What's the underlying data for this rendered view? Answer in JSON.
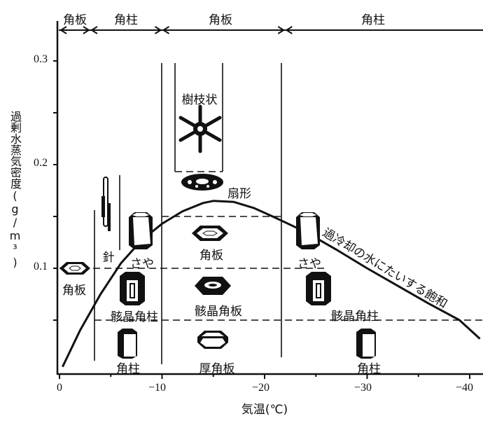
{
  "chart_data": {
    "type": "diagram",
    "title": "",
    "xlabel": "気温(℃)",
    "ylabel": "過剰水蒸気密度(g/m³)",
    "xlim": [
      0,
      -41
    ],
    "ylim": [
      0,
      0.33
    ],
    "x_ticks": [
      "0",
      "−10",
      "−20",
      "−30",
      "−40"
    ],
    "y_ticks": [
      "0.1",
      "0.2",
      "0.3"
    ],
    "habit_bands": [
      {
        "label": "角板",
        "from": 0,
        "to": -3
      },
      {
        "label": "角柱",
        "from": -3,
        "to": -10
      },
      {
        "label": "角板",
        "from": -10,
        "to": -22
      },
      {
        "label": "角柱",
        "from": -22,
        "to": -41
      }
    ],
    "saturation_curve": {
      "label": "過冷却の水にたいする飽和",
      "points": [
        [
          -0.3,
          0.005
        ],
        [
          -2,
          0.04
        ],
        [
          -4,
          0.075
        ],
        [
          -6,
          0.105
        ],
        [
          -8,
          0.127
        ],
        [
          -10,
          0.143
        ],
        [
          -12,
          0.155
        ],
        [
          -14,
          0.163
        ],
        [
          -15,
          0.165
        ],
        [
          -17,
          0.164
        ],
        [
          -19,
          0.158
        ],
        [
          -21,
          0.149
        ],
        [
          -24,
          0.135
        ],
        [
          -27,
          0.118
        ],
        [
          -30,
          0.1
        ],
        [
          -33,
          0.083
        ],
        [
          -36,
          0.066
        ],
        [
          -39,
          0.05
        ],
        [
          -41,
          0.032
        ]
      ]
    },
    "regions": {
      "dendrite": "樹枝状",
      "sector": "扇形",
      "plate_mid": "角板",
      "needle": "針",
      "sheath_left": "さや",
      "plate_left": "角板",
      "skeletal_column_left": "骸晶角柱",
      "skeletal_plate": "骸晶角板",
      "column_left": "角柱",
      "thick_plate": "厚角板",
      "sheath_right": "さや",
      "skeletal_column_right": "骸晶角柱",
      "column_right": "角柱"
    }
  }
}
